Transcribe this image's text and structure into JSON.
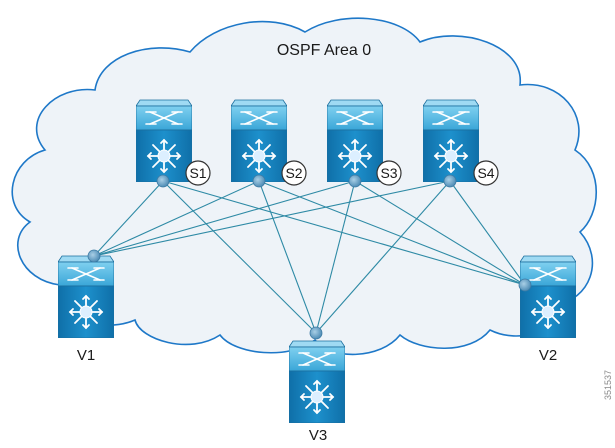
{
  "diagram": {
    "area_label": "OSPF Area 0",
    "side_label": "351537"
  },
  "colors": {
    "cloud_fill": "#eef3f8",
    "cloud_stroke": "#1e78c8",
    "link": "#2e8aa5",
    "switch_body": "#1a8ac4",
    "switch_top": "#56bce6",
    "port_dot": "#6aa3c8"
  },
  "spine_switches": [
    {
      "id": "S1",
      "label": "S1"
    },
    {
      "id": "S2",
      "label": "S2"
    },
    {
      "id": "S3",
      "label": "S3"
    },
    {
      "id": "S4",
      "label": "S4"
    }
  ],
  "leaf_switches": [
    {
      "id": "V1",
      "label": "V1"
    },
    {
      "id": "V2",
      "label": "V2"
    },
    {
      "id": "V3",
      "label": "V3"
    }
  ],
  "links": [
    [
      "S1",
      "V1"
    ],
    [
      "S1",
      "V2"
    ],
    [
      "S1",
      "V3"
    ],
    [
      "S2",
      "V1"
    ],
    [
      "S2",
      "V2"
    ],
    [
      "S2",
      "V3"
    ],
    [
      "S3",
      "V1"
    ],
    [
      "S3",
      "V2"
    ],
    [
      "S3",
      "V3"
    ],
    [
      "S4",
      "V1"
    ],
    [
      "S4",
      "V2"
    ],
    [
      "S4",
      "V3"
    ]
  ]
}
